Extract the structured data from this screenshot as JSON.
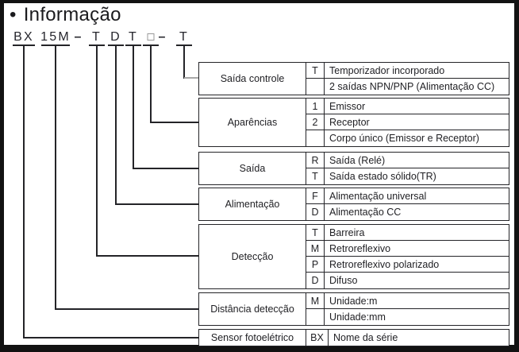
{
  "title": {
    "bullet": "•",
    "text": "Informação"
  },
  "model_code": {
    "full": "BX 15M – T D T □ – T",
    "segments": [
      {
        "text": "BX",
        "type": "code",
        "maps_to": "Sensor fotoelétrico"
      },
      {
        "text": "15M",
        "type": "code",
        "maps_to": "Distância detecção"
      },
      {
        "text": "–",
        "type": "dash",
        "maps_to": ""
      },
      {
        "text": "T",
        "type": "code",
        "maps_to": "Detecção"
      },
      {
        "text": "D",
        "type": "code",
        "maps_to": "Alimentação"
      },
      {
        "text": "T",
        "type": "code",
        "maps_to": "Saída"
      },
      {
        "text": "",
        "type": "placeholder",
        "maps_to": "Aparências"
      },
      {
        "text": "–",
        "type": "dash",
        "maps_to": ""
      },
      {
        "text": "T",
        "type": "code",
        "maps_to": "Saída controle"
      }
    ]
  },
  "tables": [
    {
      "label": "Saída controle",
      "rows": [
        {
          "code": "T",
          "desc": "Temporizador incorporado"
        },
        {
          "code": "",
          "desc": "2 saídas NPN/PNP (Alimentação CC)"
        }
      ]
    },
    {
      "label": "Aparências",
      "rows": [
        {
          "code": "1",
          "desc": "Emissor"
        },
        {
          "code": "2",
          "desc": "Receptor"
        },
        {
          "code": "",
          "desc": "Corpo único (Emissor e Receptor)"
        }
      ]
    },
    {
      "label": "Saída",
      "rows": [
        {
          "code": "R",
          "desc": "Saída (Relé)"
        },
        {
          "code": "T",
          "desc": "Saída estado sólido(TR)"
        }
      ]
    },
    {
      "label": "Alimentação",
      "rows": [
        {
          "code": "F",
          "desc": "Alimentação universal"
        },
        {
          "code": "D",
          "desc": "Alimentação CC"
        }
      ]
    },
    {
      "label": "Detecção",
      "rows": [
        {
          "code": "T",
          "desc": "Barreira"
        },
        {
          "code": "M",
          "desc": "Retroreflexivo"
        },
        {
          "code": "P",
          "desc": "Retroreflexivo polarizado"
        },
        {
          "code": "D",
          "desc": "Difuso"
        }
      ]
    },
    {
      "label": "Distância detecção",
      "rows": [
        {
          "code": "M",
          "desc": "Unidade:m"
        },
        {
          "code": "",
          "desc": "Unidade:mm"
        }
      ]
    },
    {
      "label": "Sensor fotoelétrico",
      "rows": [
        {
          "code": "BX",
          "desc": "Nome da série"
        }
      ]
    }
  ],
  "colors": {
    "line": "#242428",
    "gray_line": "#a8a8a8",
    "placeholder_border": "#999999",
    "background": "#ffffff",
    "frame": "#121212",
    "text": "#1f1f23"
  }
}
